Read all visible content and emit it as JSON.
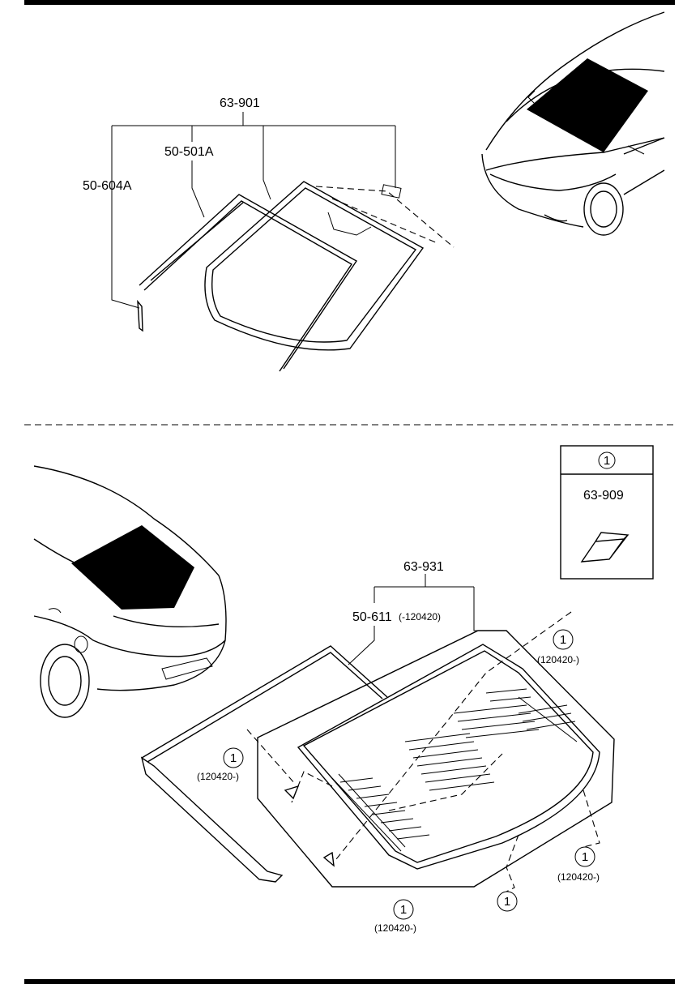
{
  "colors": {
    "ink": "#000000",
    "paper": "#ffffff"
  },
  "upper_section": {
    "labels": {
      "assembly": "63-901",
      "molding": "50-501A",
      "seal": "50-604A"
    },
    "illustrations": [
      "front-car-illustration",
      "windshield-assembly"
    ]
  },
  "lower_section": {
    "labels": {
      "assembly": "63-931",
      "molding": "50-611",
      "molding_note": "(-120420)"
    },
    "legend": {
      "callout": "1",
      "part_number": "63-909"
    },
    "callouts": [
      {
        "number": "1",
        "note": "(120420-)"
      },
      {
        "number": "1",
        "note": "(120420-)"
      },
      {
        "number": "1",
        "note": "(120420-)"
      },
      {
        "number": "1",
        "note": "(120420-)"
      },
      {
        "number": "1",
        "note": ""
      }
    ],
    "illustrations": [
      "rear-car-illustration",
      "rear-window-assembly"
    ]
  }
}
